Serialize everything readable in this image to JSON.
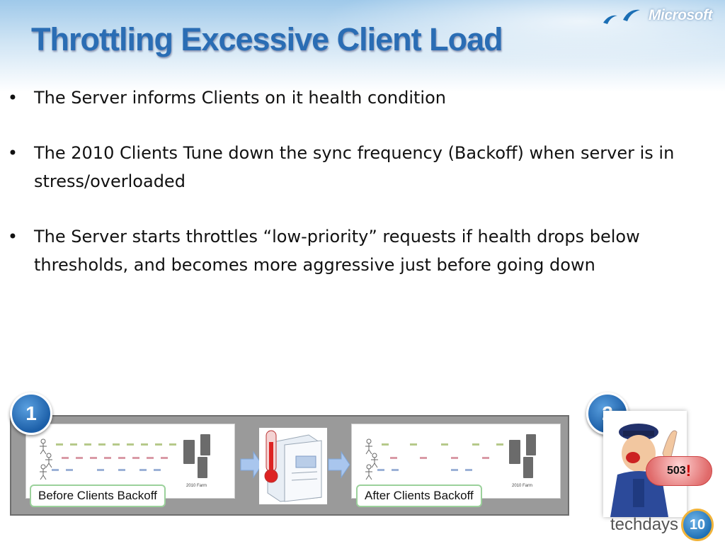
{
  "slide": {
    "title": "Throttling Excessive Client Load",
    "brand": "Microsoft",
    "bullets": [
      "The Server informs Clients on it health condition",
      "The 2010 Clients Tune down the sync frequency (Backoff) when server is in stress/overloaded",
      "The Server starts throttles “low-priority” requests if health drops below thresholds, and becomes more aggressive just before going down"
    ],
    "bullet_char": "•"
  },
  "diagram": {
    "step1": "1",
    "step2": "2",
    "before_caption": "Before Clients Backoff",
    "after_caption": "After Clients Backoff",
    "farm_label": "2010 Farm",
    "error_code": "503",
    "error_mark": "!"
  },
  "footer": {
    "event": "techdays",
    "edition": "10"
  },
  "colors": {
    "title": "#2a6db4",
    "badge": "#1c5fa8",
    "caption_border": "#9bd19b",
    "bubble": "#e06a6a"
  },
  "icons": [
    "bird-icon",
    "server-icon",
    "thermometer-icon",
    "arrow-right-icon",
    "person-icon",
    "police-officer-icon"
  ]
}
